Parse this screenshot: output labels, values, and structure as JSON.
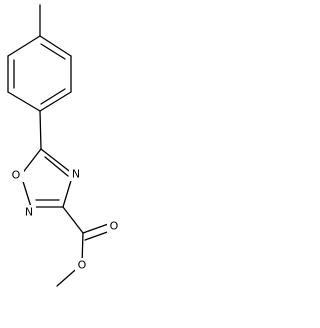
{
  "molecule": {
    "atom_labels": {
      "ring_oxygen": "O",
      "ring_nitrogen_top": "N",
      "ring_nitrogen_bottom": "N",
      "carbonyl_oxygen": "O",
      "ester_oxygen": "O"
    },
    "colors": {
      "bond": "#000000",
      "text": "#000000",
      "background": "#ffffff"
    }
  }
}
